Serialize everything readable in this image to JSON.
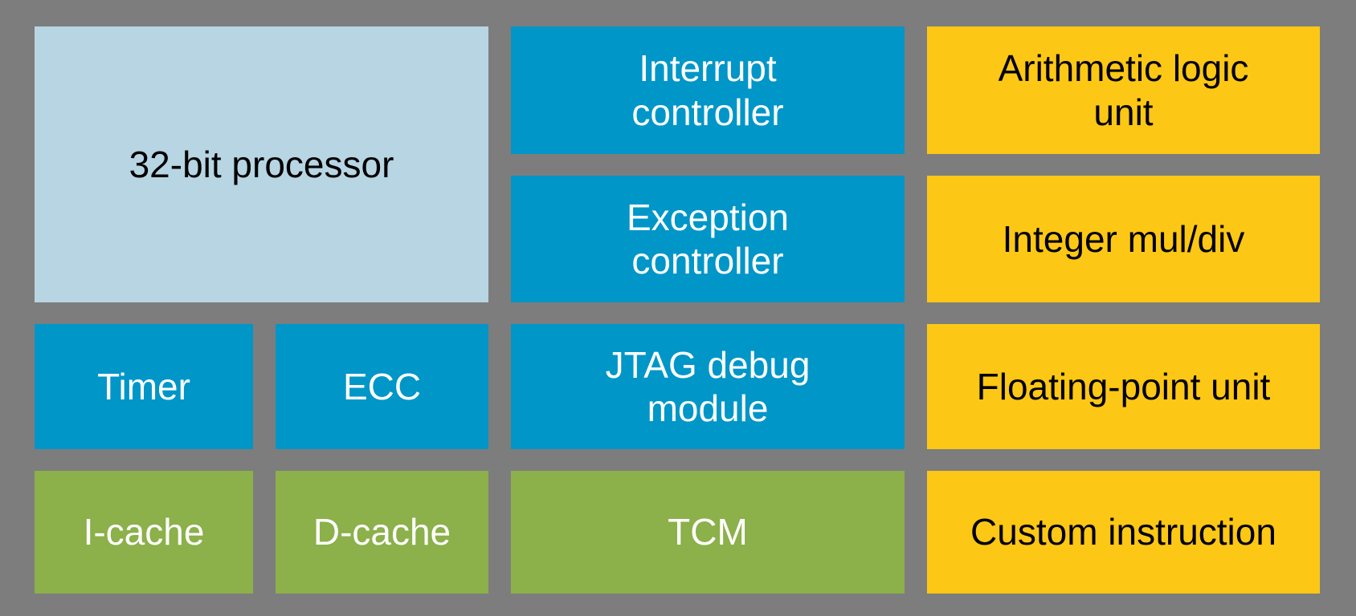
{
  "diagram": {
    "colors": {
      "background": {
        "bg": "#7D7D7D",
        "text": "#FFFFFF"
      },
      "light_blue": {
        "bg": "#B7D5E3",
        "text": "#000000"
      },
      "blue": {
        "bg": "#0096C8",
        "text": "#FFFFFF"
      },
      "yellow": {
        "bg": "#FDC715",
        "text": "#000000"
      },
      "green": {
        "bg": "#8CB04A",
        "text": "#FFFFFF"
      }
    },
    "blocks": {
      "processor": {
        "label": "32-bit processor",
        "color": "light_blue"
      },
      "interrupt_controller": {
        "label": "Interrupt\ncontroller",
        "color": "blue"
      },
      "arithmetic_logic_unit": {
        "label": "Arithmetic logic\nunit",
        "color": "yellow"
      },
      "exception_controller": {
        "label": "Exception\ncontroller",
        "color": "blue"
      },
      "integer_mul_div": {
        "label": "Integer mul/div",
        "color": "yellow"
      },
      "timer": {
        "label": "Timer",
        "color": "blue"
      },
      "ecc": {
        "label": "ECC",
        "color": "blue"
      },
      "jtag_debug_module": {
        "label": "JTAG debug\nmodule",
        "color": "blue"
      },
      "floating_point_unit": {
        "label": "Floating-point unit",
        "color": "yellow"
      },
      "i_cache": {
        "label": "I-cache",
        "color": "green"
      },
      "d_cache": {
        "label": "D-cache",
        "color": "green"
      },
      "tcm": {
        "label": "TCM",
        "color": "green"
      },
      "custom_instruction": {
        "label": "Custom instruction",
        "color": "yellow"
      }
    }
  }
}
